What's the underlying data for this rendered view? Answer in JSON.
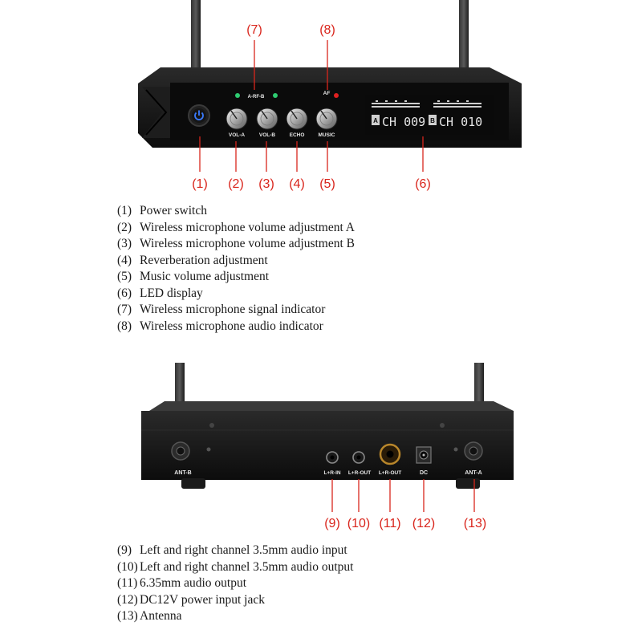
{
  "front_panel": {
    "callouts": [
      "(7)",
      "(8)",
      "(1)",
      "(2)",
      "(3)",
      "(4)",
      "(5)",
      "(6)"
    ],
    "knob_labels": [
      "VOL-A",
      "VOL-B",
      "ECHO",
      "MUSIC"
    ],
    "indicator_labels": {
      "rf": "A-RF-B",
      "af": "AF"
    },
    "display": {
      "channel_a": "CH 009",
      "channel_b": "CH 010",
      "tag_a": "A",
      "tag_b": "B"
    }
  },
  "front_legend": [
    {
      "num": "(1)",
      "text": "Power switch"
    },
    {
      "num": "(2)",
      "text": "Wireless microphone volume adjustment A"
    },
    {
      "num": "(3)",
      "text": "Wireless microphone volume adjustment B"
    },
    {
      "num": "(4)",
      "text": "Reverberation adjustment"
    },
    {
      "num": "(5)",
      "text": "Music volume adjustment"
    },
    {
      "num": "(6)",
      "text": "LED display"
    },
    {
      "num": "(7)",
      "text": "Wireless microphone signal indicator"
    },
    {
      "num": "(8)",
      "text": "Wireless microphone audio indicator"
    }
  ],
  "rear_panel": {
    "callouts": [
      "(9)",
      "(10)",
      "(11)",
      "(12)",
      "(13)"
    ],
    "port_labels": [
      "ANT-B",
      "L+R-IN",
      "L+R-OUT",
      "L+R-OUT",
      "DC",
      "ANT-A"
    ]
  },
  "rear_legend": [
    {
      "num": "(9)",
      "text": "Left and right channel 3.5mm audio input"
    },
    {
      "num": "(10)",
      "text": "Left and right channel 3.5mm audio output"
    },
    {
      "num": "(11)",
      "text": "6.35mm audio output"
    },
    {
      "num": "(12)",
      "text": "DC12V power input jack"
    },
    {
      "num": "(13)",
      "text": "Antenna"
    }
  ],
  "colors": {
    "callout": "#d9251c",
    "panel": "#111111",
    "display_text": "#e6e6e6",
    "power_led": "#3a7bff",
    "rf_led": "#2ecc71",
    "af_led": "#e02020"
  }
}
